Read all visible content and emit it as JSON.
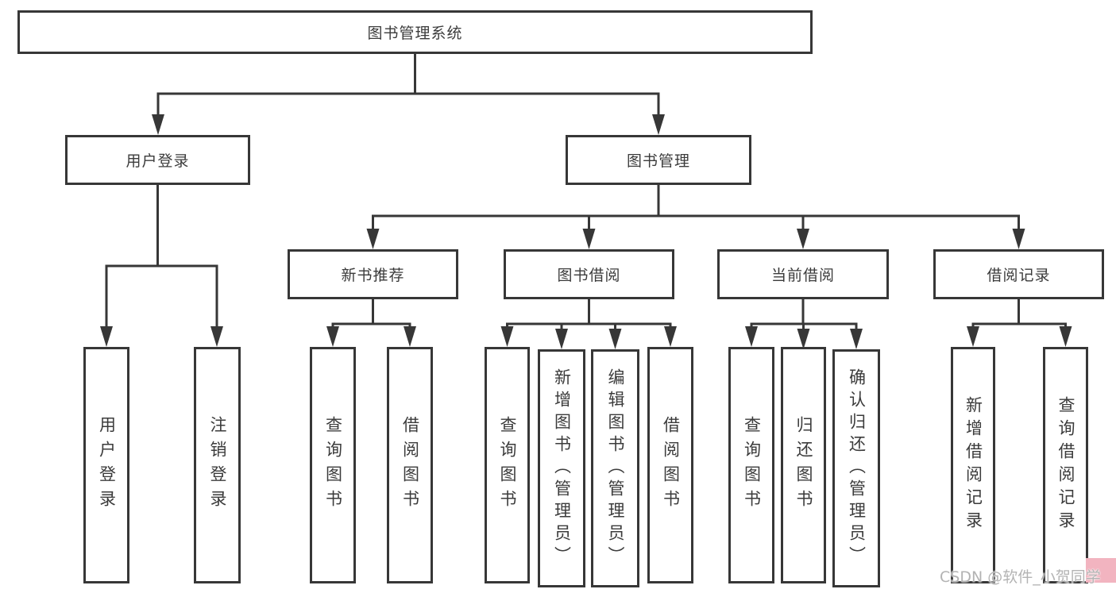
{
  "title": "图书管理系统",
  "watermark": {
    "text": "CSDN @软件_小贺同学"
  },
  "colors": {
    "line": "#373737",
    "box_fill": "#ffffff",
    "text": "#3b3b3b",
    "watermark_text": "#b3b3b3",
    "watermark_accent": "#f2b4c0"
  },
  "tree": {
    "label": "图书管理系统",
    "children": [
      {
        "label": "用户登录",
        "children": [
          {
            "label": "用户登录"
          },
          {
            "label": "注销登录"
          }
        ]
      },
      {
        "label": "图书管理",
        "children": [
          {
            "label": "新书推荐",
            "children": [
              {
                "label": "查询图书"
              },
              {
                "label": "借阅图书"
              }
            ]
          },
          {
            "label": "图书借阅",
            "children": [
              {
                "label": "查询图书"
              },
              {
                "label": "新增图书（管理员）"
              },
              {
                "label": "编辑图书（管理员）"
              },
              {
                "label": "借阅图书"
              }
            ]
          },
          {
            "label": "当前借阅",
            "children": [
              {
                "label": "查询图书"
              },
              {
                "label": "归还图书"
              },
              {
                "label": "确认归还（管理员）"
              }
            ]
          },
          {
            "label": "借阅记录",
            "children": [
              {
                "label": "新增借阅记录"
              },
              {
                "label": "查询借阅记录"
              }
            ]
          }
        ]
      }
    ]
  }
}
